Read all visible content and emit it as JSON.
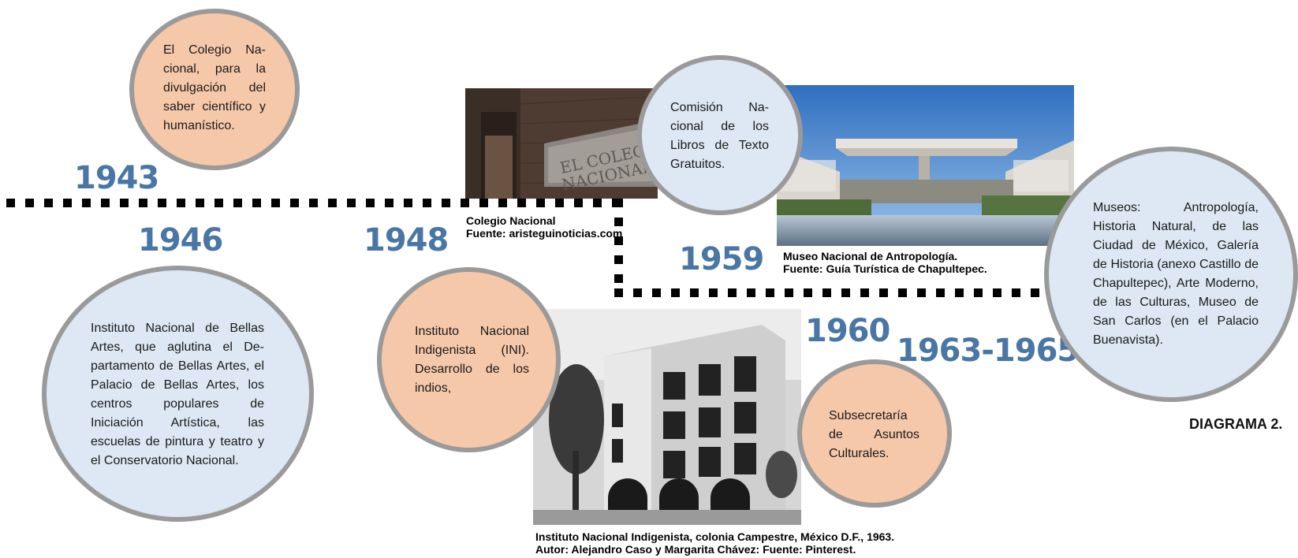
{
  "years": {
    "y1943": "1943",
    "y1946": "1946",
    "y1948": "1948",
    "y1959": "1959",
    "y1960": "1960",
    "y1963": "1963-1965"
  },
  "circles": {
    "colegio": "El Colegio Na-cional, para la divulgación del saber científico y humanístico.",
    "bellas_artes": "Instituto Nacional de Bellas Artes, que aglutina el De-partamento de Bellas Artes, el Palacio de Bellas Artes, los centros populares de Iniciación Artística, las escuelas de pintura y teatro y el Conservatorio Nacional.",
    "ini": "Instituto Nacional Indigenista (INI). Desarrollo de los indios,",
    "comision": "Comisión Na-cional de los Libros de Texto Gratuitos.",
    "subsecretaria": "Subsecretaría de Asuntos Culturales.",
    "museos": "Museos: Antropología, Historia Natural, de las Ciudad de México, Galería de Historia (anexo Castillo de Chapultepec), Arte Moderno, de las Culturas, Museo de San Carlos (en el Palacio Buenavista)."
  },
  "captions": {
    "colegio_line1": "Colegio Nacional",
    "colegio_line2": "Fuente: aristeguinoticias.com",
    "museo_line1": "Museo Nacional de Antropología.",
    "museo_line2": "Fuente: Guía Turística de Chapultepec.",
    "ini_line1": "Instituto Nacional Indigenista, colonia Campestre, México D.F., 1963.",
    "ini_line2": "Autor: Alejandro Caso y Margarita Chávez: Fuente: Pinterest."
  },
  "photo_text": {
    "sign_line1": "EL COLEGIO",
    "sign_line2": "NACIONAL"
  },
  "diagram_label": "DIAGRAMA 2."
}
